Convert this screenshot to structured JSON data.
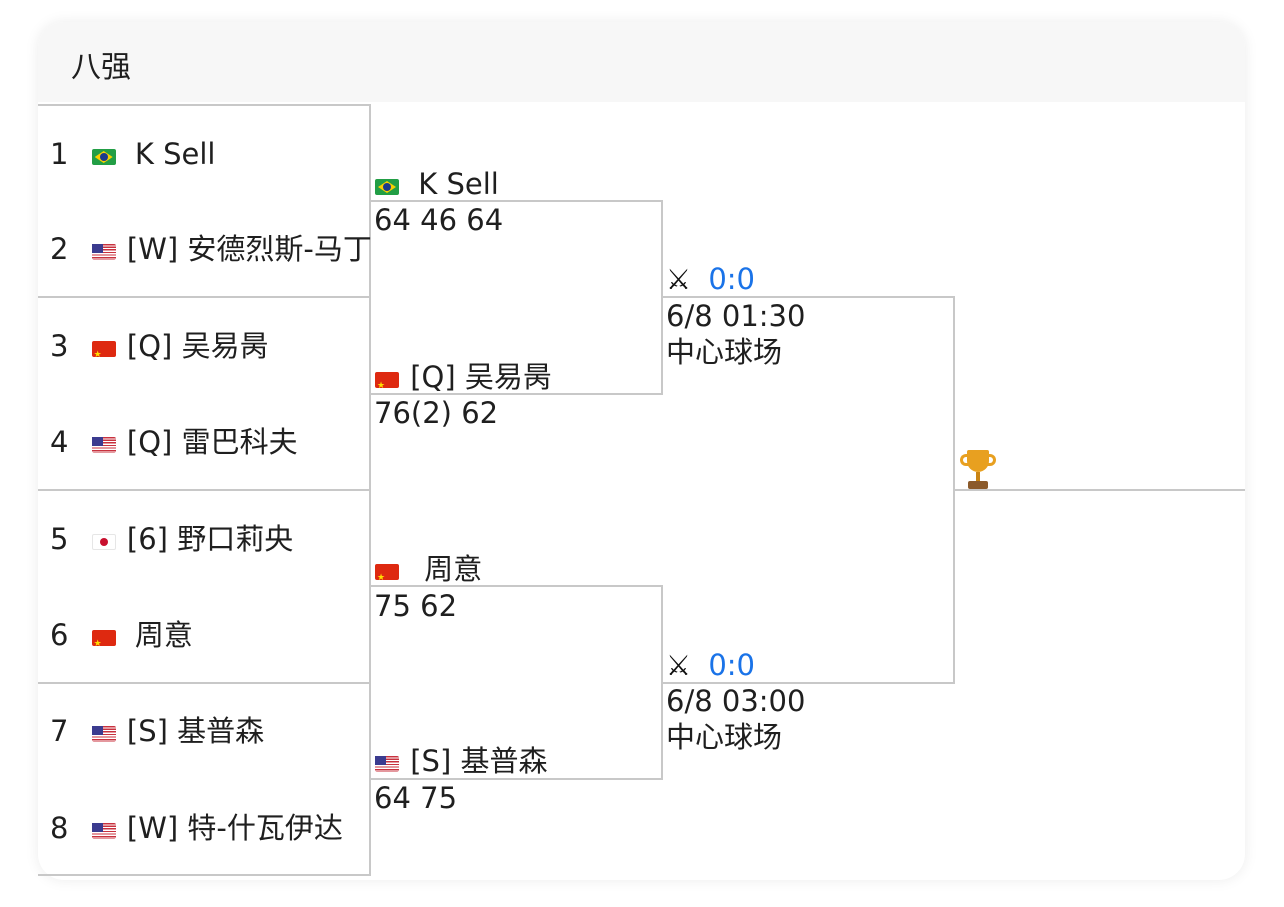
{
  "header": {
    "title": "八强"
  },
  "round1": [
    {
      "seed_no": "1",
      "flag": "brazil-flag",
      "label": "K Sell"
    },
    {
      "seed_no": "2",
      "flag": "usa-flag",
      "label": "[W] 安德烈斯-马丁"
    },
    {
      "seed_no": "3",
      "flag": "china-flag",
      "label": "[Q] 吴易昺"
    },
    {
      "seed_no": "4",
      "flag": "usa-flag",
      "label": "[Q] 雷巴科夫"
    },
    {
      "seed_no": "5",
      "flag": "japan-flag",
      "label": "[6] 野口莉央"
    },
    {
      "seed_no": "6",
      "flag": "china-flag",
      "label": "周意"
    },
    {
      "seed_no": "7",
      "flag": "usa-flag",
      "label": "[S] 基普森"
    },
    {
      "seed_no": "8",
      "flag": "usa-flag",
      "label": "[W] 特-什瓦伊达"
    }
  ],
  "round2": [
    {
      "flag": "brazil-flag",
      "label": "K Sell",
      "score": "64 46 64"
    },
    {
      "flag": "china-flag",
      "label": "[Q] 吴易昺",
      "score": "76(2) 62"
    },
    {
      "flag": "china-flag",
      "label": "周意",
      "score": "75 62"
    },
    {
      "flag": "usa-flag",
      "label": "[S] 基普森",
      "score": "64 75"
    }
  ],
  "semis": [
    {
      "icon": "crossed-swords-icon",
      "score": "0:0",
      "time": "6/8 01:30",
      "court": "中心球场"
    },
    {
      "icon": "crossed-swords-icon",
      "score": "0:0",
      "time": "6/8 03:00",
      "court": "中心球场"
    }
  ],
  "final": {
    "icon": "trophy-icon"
  },
  "colors": {
    "link_blue": "#1a73e8",
    "trophy_gold": "#e8a020",
    "line_gray": "#c8c8c8"
  }
}
